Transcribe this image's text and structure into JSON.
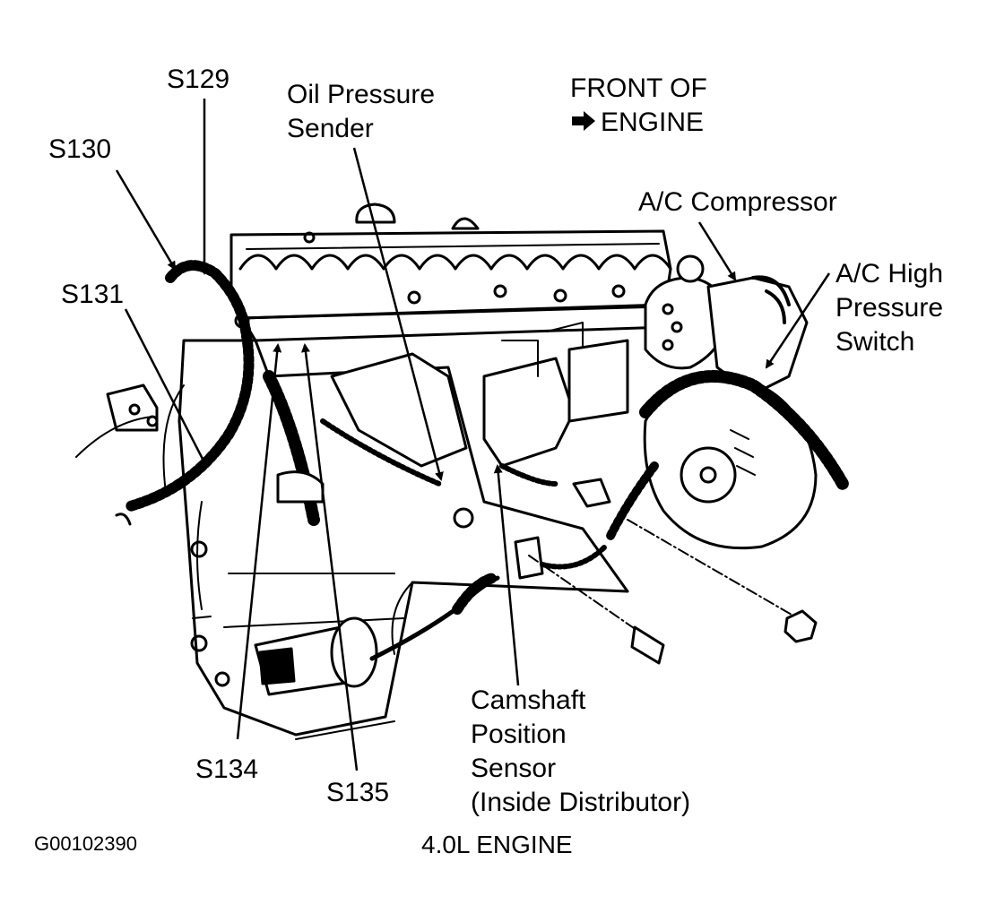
{
  "labels": {
    "s129": "S129",
    "s130": "S130",
    "s131": "S131",
    "s134": "S134",
    "s135": "S135",
    "oil_pressure_sender": [
      "Oil Pressure",
      "Sender"
    ],
    "front_of_engine": [
      "FRONT OF",
      "ENGINE"
    ],
    "ac_compressor": "A/C Compressor",
    "ac_high_pressure_switch": [
      "A/C High",
      "Pressure",
      "Switch"
    ],
    "camshaft_position_sensor": [
      "Camshaft",
      "Position",
      "Sensor",
      "(Inside Distributor)"
    ],
    "figure_id": "G00102390",
    "caption": "4.0L ENGINE"
  },
  "icons": {
    "front_arrow": "right-arrow-icon"
  },
  "colors": {
    "ink": "#000000",
    "paper": "#ffffff"
  }
}
